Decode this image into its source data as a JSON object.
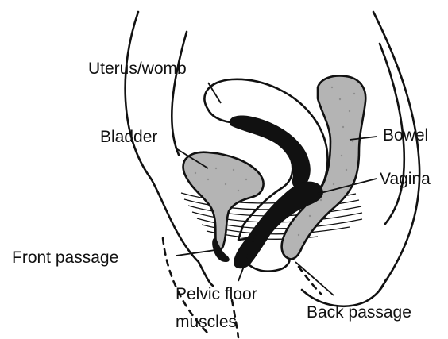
{
  "labels": {
    "uterus": "Uterus/womb",
    "bladder": "Bladder",
    "bowel": "Bowel",
    "vagina": "Vagina",
    "front_passage": "Front passage",
    "pelvic_floor_line1": "Pelvic floor",
    "pelvic_floor_line2": "muscles",
    "back_passage": "Back passage"
  },
  "colors": {
    "ink": "#111111",
    "organ_fill": "#b4b4b4",
    "background": "#ffffff"
  }
}
